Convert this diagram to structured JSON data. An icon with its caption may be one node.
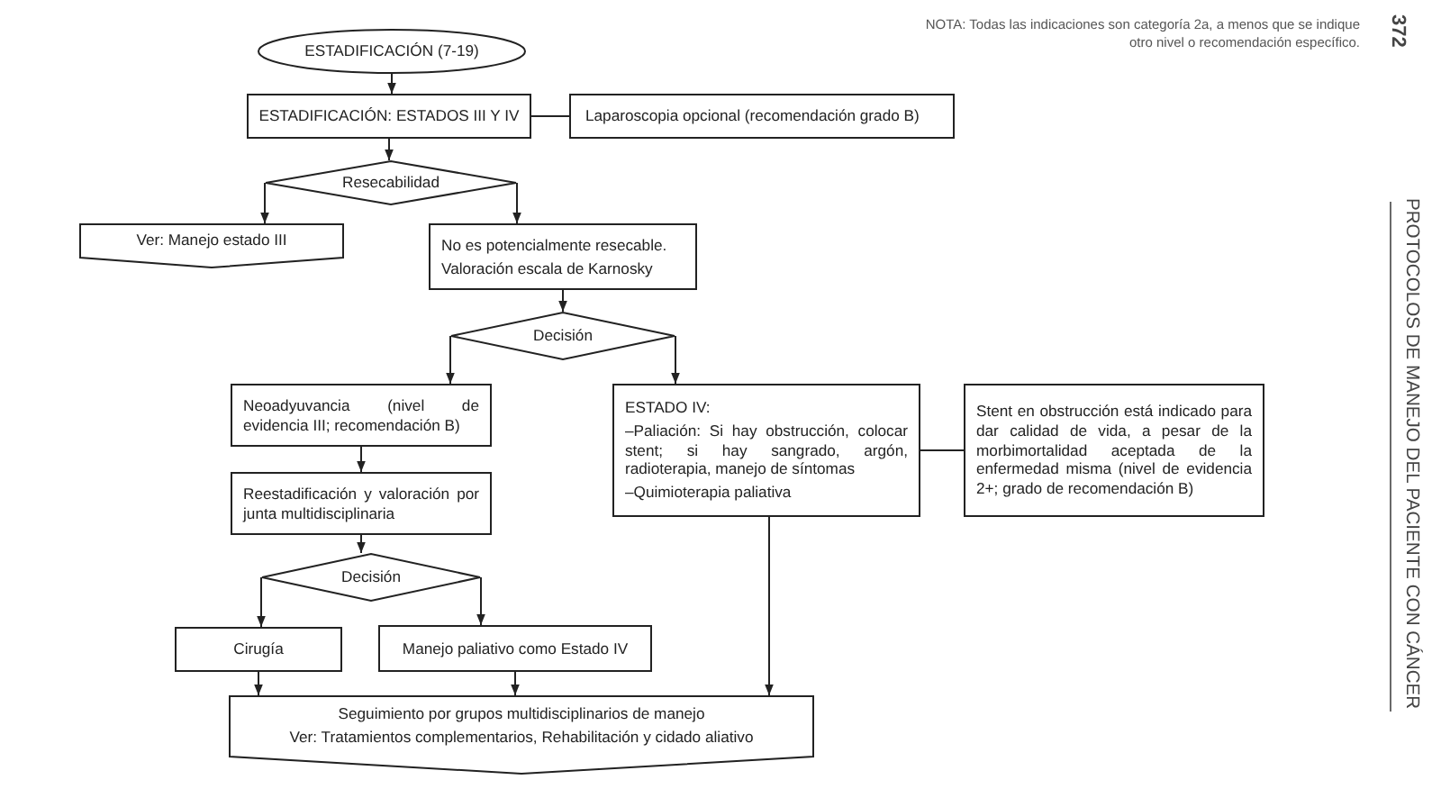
{
  "diagram": {
    "nodes": [
      {
        "text": [
          "ESTADIFICACIÓN (7-19)"
        ]
      },
      {
        "text": [
          "ESTADIFICACIÓN: ESTADOS III Y IV"
        ]
      },
      {
        "text": [
          "Laparoscopia opcional (recomendación grado B)"
        ]
      },
      {
        "text": [
          "Resecabilidad"
        ]
      },
      {
        "text": [
          "Ver: Manejo estado III"
        ]
      },
      {
        "text": [
          "No es potencialmente resecable.",
          "Valoración escala de Karnosky"
        ]
      },
      {
        "text": [
          "Decisión"
        ]
      },
      {
        "text": [
          "Neoadyuvancia (nivel de evidencia III; recomendación B)"
        ]
      },
      {
        "text": [
          "ESTADO IV:",
          "–Paliación: Si hay obstrucción, colocar stent; si hay sangrado, argón, radioterapia, manejo de síntomas",
          "–Quimioterapia paliativa"
        ]
      },
      {
        "text": [
          "Stent en obstrucción está indicado para dar calidad de vida, a pesar de la morbimortalidad aceptada de la enfermedad misma (nivel de evidencia 2+; grado de recomendación B)"
        ]
      },
      {
        "text": [
          "Reestadificación y valoración por junta multidisciplinaria"
        ]
      },
      {
        "text": [
          "Decisión"
        ]
      },
      {
        "text": [
          "Cirugía"
        ]
      },
      {
        "text": [
          "Manejo paliativo como Estado IV"
        ]
      },
      {
        "text": [
          "Seguimiento por grupos multidisciplinarios de manejo",
          "Ver: Tratamientos complementarios, Rehabilitación y cidado aliativo"
        ]
      }
    ],
    "edges": [
      {
        "from": 0,
        "to": 1,
        "arrow": "to"
      },
      {
        "from": 1,
        "to": 2,
        "arrow": "none"
      },
      {
        "from": 1,
        "to": 3,
        "arrow": "to"
      },
      {
        "from": 3,
        "to": 4,
        "arrow": "to"
      },
      {
        "from": 3,
        "to": 5,
        "arrow": "to"
      },
      {
        "from": 5,
        "to": 6,
        "arrow": "to"
      },
      {
        "from": 6,
        "to": 7,
        "arrow": "to"
      },
      {
        "from": 6,
        "to": 8,
        "arrow": "to"
      },
      {
        "from": 8,
        "to": 9,
        "arrow": "none"
      },
      {
        "from": 7,
        "to": 10,
        "arrow": "to"
      },
      {
        "from": 10,
        "to": 11,
        "arrow": "to"
      },
      {
        "from": 11,
        "to": 12,
        "arrow": "to"
      },
      {
        "from": 11,
        "to": 13,
        "arrow": "to"
      },
      {
        "from": 12,
        "to": 14,
        "arrow": "to"
      },
      {
        "from": 13,
        "to": 14,
        "arrow": "to"
      },
      {
        "from": 8,
        "to": 14,
        "arrow": "to"
      }
    ],
    "labels": [
      "NOTA: Todas las indicaciones son categoría 2a, a menos que se indique otro nivel o recomendación específico.",
      "372",
      "PROTOCOLOS DE MANEJO DEL PACIENTE CON CÁNCER"
    ]
  }
}
